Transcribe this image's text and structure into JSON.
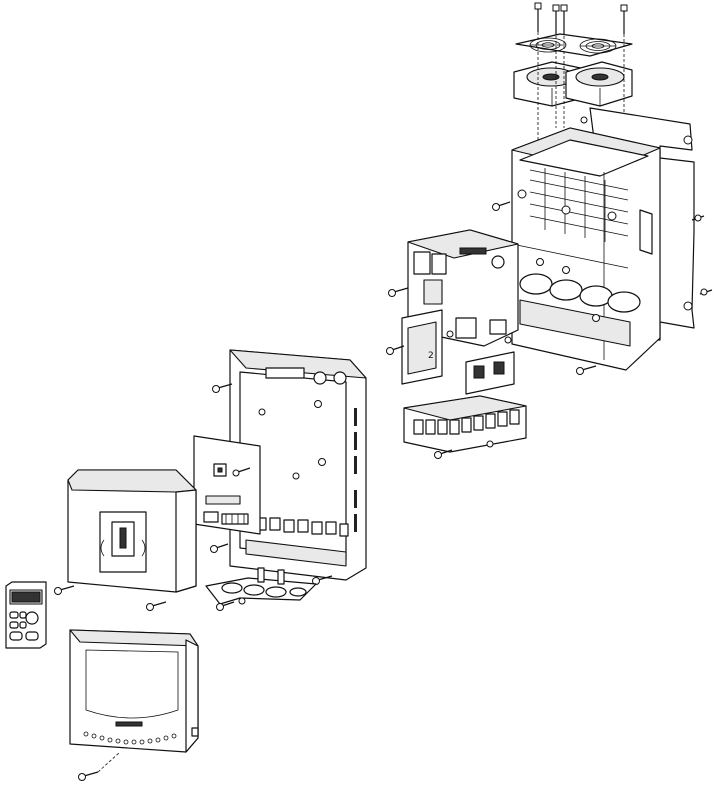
{
  "figure": {
    "type": "exploded-assembly-view",
    "parts": [
      {
        "id": "cooling-fans",
        "icon": "fan-icon"
      },
      {
        "id": "heatsink-housing",
        "icon": "enclosure-icon"
      },
      {
        "id": "power-board",
        "icon": "circuit-board-icon"
      },
      {
        "id": "terminal-block",
        "icon": "terminal-icon"
      },
      {
        "id": "middle-chassis",
        "icon": "chassis-icon"
      },
      {
        "id": "control-board",
        "icon": "circuit-board-icon"
      },
      {
        "id": "cable-gland-plate",
        "icon": "plate-icon"
      },
      {
        "id": "front-cover",
        "icon": "cover-icon"
      },
      {
        "id": "keypad",
        "icon": "keypad-icon"
      },
      {
        "id": "bottom-cover",
        "icon": "cover-icon"
      }
    ],
    "line_color": "#111111",
    "background": "#ffffff"
  },
  "labels": {
    "board_mark": "2"
  }
}
